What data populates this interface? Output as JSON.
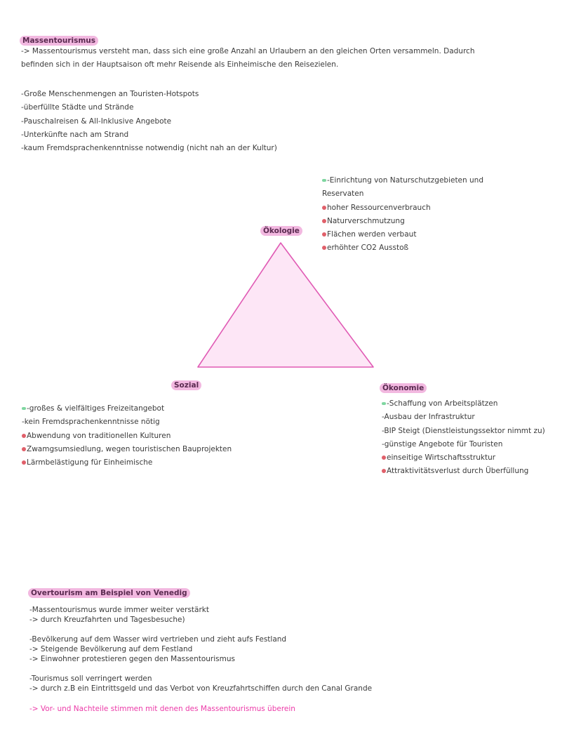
{
  "section1": {
    "title": "Massentourismus",
    "intro": [
      "-> Massentourismus versteht man, dass sich eine große Anzahl an Urlaubern an den gleichen Orten versammeln. Dadurch",
      "befinden sich in der Hauptsaison oft mehr Reisende als Einheimische den Reisezielen."
    ],
    "bullets": [
      "-Große Menschenmengen an Touristen-Hotspots",
      "-überfüllte Städte und Strände",
      "-Pauschalreisen & All-Inklusive Angebote",
      "-Unterkünfte nach am Strand",
      "-kaum Fremdsprachenkenntnisse notwendig (nicht nah an der Kultur)"
    ]
  },
  "triangle": {
    "fill": "#fde6f6",
    "stroke": "#e05ab4",
    "oekologie": {
      "label": "Ökologie",
      "items": [
        {
          "type": "pro",
          "text": "-Einrichtung von Naturschutzgebieten und"
        },
        {
          "type": "cont",
          "text": "Reservaten"
        },
        {
          "type": "con",
          "text": "hoher Ressourcenverbrauch"
        },
        {
          "type": "con",
          "text": "Naturverschmutzung"
        },
        {
          "type": "con",
          "text": "Flächen werden verbaut"
        },
        {
          "type": "con",
          "text": "erhöhter CO2 Ausstoß"
        }
      ]
    },
    "sozial": {
      "label": "Sozial",
      "items": [
        {
          "type": "pro",
          "text": "-großes & vielfältiges Freizeitangebot"
        },
        {
          "type": "pro",
          "text": "-kein Fremdsprachenkenntnisse nötig"
        },
        {
          "type": "con",
          "text": "Abwendung von traditionellen Kulturen"
        },
        {
          "type": "con",
          "text": "Zwamgsumsiedlung, wegen touristischen Bauprojekten"
        },
        {
          "type": "con",
          "text": "Lärmbelästigung für Einheimische"
        }
      ]
    },
    "oekonomie": {
      "label": "Ökonomie",
      "items": [
        {
          "type": "pro",
          "text": "-Schaffung von Arbeitsplätzen"
        },
        {
          "type": "pro",
          "text": "-Ausbau der Infrastruktur"
        },
        {
          "type": "pro",
          "text": "-BIP Steigt (Dienstleistungssektor nimmt zu)"
        },
        {
          "type": "pro",
          "text": "-günstige Angebote für Touristen"
        },
        {
          "type": "con",
          "text": "einseitige Wirtschaftsstruktur"
        },
        {
          "type": "con",
          "text": "Attraktivitätsverlust durch Überfüllung"
        }
      ]
    }
  },
  "section2": {
    "title": "Overtourism am Beispiel von Venedig",
    "blocks": [
      [
        "-Massentourismus wurde immer weiter verstärkt",
        "-> durch Kreuzfahrten und Tagesbesuche)"
      ],
      [
        "-Bevölkerung auf dem Wasser wird vertrieben und zieht aufs Festland",
        "-> Steigende Bevölkerung auf dem Festland",
        "-> Einwohner protestieren gegen den Massentourismus"
      ],
      [
        "-Tourismus soll verringert werden",
        "-> durch z.B ein Eintrittsgeld und das Verbot von Kreuzfahrtschiffen durch den Canal Grande"
      ]
    ],
    "conclusion": "-> Vor- und Nachteile stimmen mit denen des Massentourismus überein",
    "conclusion_color": "#ec3aa8"
  }
}
